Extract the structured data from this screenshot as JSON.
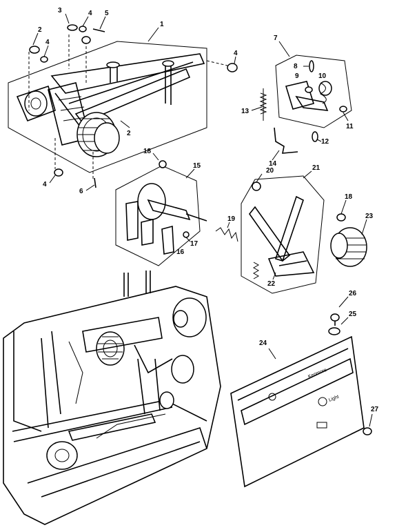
{
  "header_mark": "",
  "callouts": [
    {
      "id": "c1",
      "label": "1"
    },
    {
      "id": "c2a",
      "label": "2"
    },
    {
      "id": "c2b",
      "label": "2"
    },
    {
      "id": "c3",
      "label": "3"
    },
    {
      "id": "c4a",
      "label": "4"
    },
    {
      "id": "c4b",
      "label": "4"
    },
    {
      "id": "c4c",
      "label": "4"
    },
    {
      "id": "c4d",
      "label": "4"
    },
    {
      "id": "c5a",
      "label": "5"
    },
    {
      "id": "c6",
      "label": "6"
    },
    {
      "id": "c7",
      "label": "7"
    },
    {
      "id": "c8",
      "label": "8"
    },
    {
      "id": "c9",
      "label": "9"
    },
    {
      "id": "c10",
      "label": "10"
    },
    {
      "id": "c11",
      "label": "11"
    },
    {
      "id": "c12",
      "label": "12"
    },
    {
      "id": "c13",
      "label": "13"
    },
    {
      "id": "c14",
      "label": "14"
    },
    {
      "id": "c15",
      "label": "15"
    },
    {
      "id": "c16",
      "label": "16"
    },
    {
      "id": "c17",
      "label": "17"
    },
    {
      "id": "c18a",
      "label": "18"
    },
    {
      "id": "c18b",
      "label": "18"
    },
    {
      "id": "c19",
      "label": "19"
    },
    {
      "id": "c20",
      "label": "20"
    },
    {
      "id": "c21",
      "label": "21"
    },
    {
      "id": "c22",
      "label": "22"
    },
    {
      "id": "c23",
      "label": "23"
    },
    {
      "id": "c24",
      "label": "24"
    },
    {
      "id": "c25",
      "label": "25"
    },
    {
      "id": "c26",
      "label": "26"
    },
    {
      "id": "c27",
      "label": "27"
    }
  ],
  "face_plate": {
    "brand": "Kenmore",
    "model": "",
    "light_label": "Light"
  }
}
